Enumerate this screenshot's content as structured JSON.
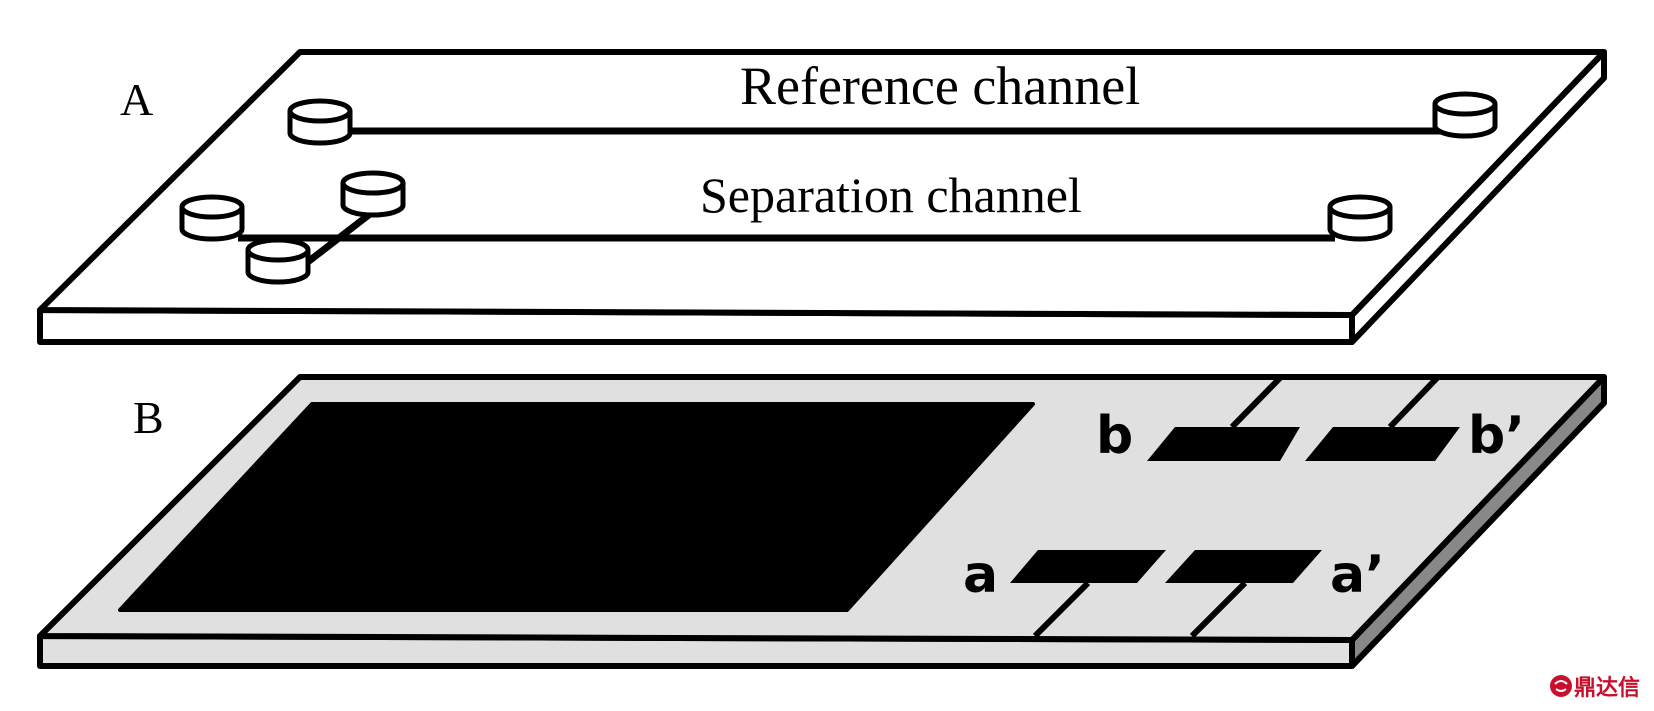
{
  "panel_a": {
    "label": "A",
    "reference_channel_label": "Reference channel",
    "separation_channel_label": "Separation channel"
  },
  "panel_b": {
    "label": "B",
    "electrode_b": "b",
    "electrode_b_prime": "b’",
    "electrode_a": "a",
    "electrode_a_prime": "a’"
  },
  "watermark": {
    "text": "鼎达信",
    "color": "#c8102e"
  },
  "colors": {
    "stroke": "#000000",
    "chip_top": "#ffffff",
    "board_fill": "#e0e0e0",
    "board_side": "#888888"
  }
}
